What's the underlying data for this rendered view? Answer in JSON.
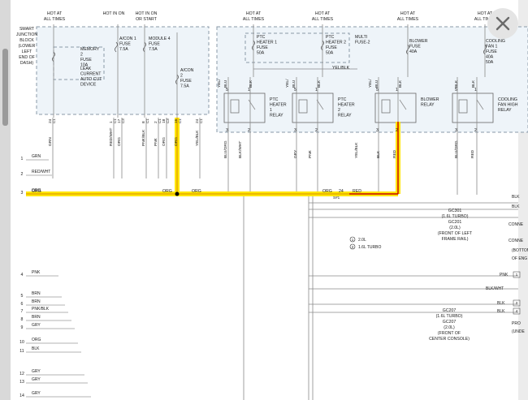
{
  "diagram": {
    "top_labels": [
      {
        "lines": [
          "HOT AT",
          "ALL TIMES"
        ]
      },
      {
        "lines": [
          "HOT IN ON"
        ]
      },
      {
        "lines": [
          "HOT IN ON",
          "OR START"
        ]
      },
      {
        "lines": [
          "HOT AT",
          "ALL TIMES"
        ]
      },
      {
        "lines": [
          "HOT AT",
          "ALL TIMES"
        ]
      },
      {
        "lines": [
          "HOT AT",
          "ALL TIMES"
        ]
      },
      {
        "lines": [
          "HOT AT",
          "ALL TIMES"
        ]
      }
    ],
    "sjb_label": [
      "SMART",
      "JUNCTION",
      "BLOCK",
      "(LOWER",
      "LEFT",
      "END OF",
      "DASH)"
    ],
    "fuses": [
      {
        "lines": [
          "MEMORY",
          "2",
          "FUSE",
          "10A"
        ]
      },
      {
        "lines": [
          "A/CON 1",
          "FUSE",
          "7.5A"
        ]
      },
      {
        "lines": [
          "MODULE 4",
          "FUSE",
          "7.5A"
        ]
      },
      {
        "lines": [
          "A/CON",
          "2",
          "FUSE",
          "7.5A"
        ]
      },
      {
        "lines": [
          "PTC",
          "HEATER 1",
          "FUSE",
          "50A"
        ]
      },
      {
        "lines": [
          "PTC",
          "HEATER 2",
          "FUSE",
          "50A"
        ]
      },
      {
        "lines": [
          "BLOWER",
          "FUSE",
          "40A"
        ]
      },
      {
        "lines": [
          "COOLING",
          "FAN 1",
          "FUSE",
          "40A",
          "50A"
        ]
      }
    ],
    "leak_label": [
      "LEAK",
      "CURRENT",
      "AUTO CUT",
      "DEVICE"
    ],
    "multi_fuse": [
      "MULTI",
      "FUSE-2"
    ],
    "relays": [
      {
        "lines": [
          "PTC",
          "HEATER",
          "1",
          "RELAY"
        ]
      },
      {
        "lines": [
          "PTC",
          "HEATER",
          "2",
          "RELAY"
        ]
      },
      {
        "lines": [
          "BLOWER",
          "RELAY"
        ]
      },
      {
        "lines": [
          "COOLING",
          "FAN HIGH",
          "RELAY"
        ]
      }
    ],
    "relay_pins": [
      "5",
      "1",
      "5",
      "1",
      "5",
      "1",
      "5",
      "1",
      "3",
      "2",
      "3",
      "2",
      "3",
      "2",
      "3",
      "2"
    ],
    "relay_wires": [
      "YEL/",
      "BLU",
      "BLK",
      "YEL/",
      "BLU",
      "BLK",
      "YEL/",
      "BLU",
      "BLK",
      "BLK",
      "BLK"
    ],
    "yel_blk": "YEL/BLK",
    "sjb_pins": [
      "24",
      "1",
      "17",
      "8",
      "2",
      "18",
      "16",
      "24"
    ],
    "sjb_wires": [
      "GRN",
      "RED/WHT",
      "ORG",
      "PNK/BLK",
      "PNK",
      "ORG",
      "ORG",
      "YEL/BLK"
    ],
    "sjb_conn": [
      "C1",
      "C1",
      "C3",
      "C1",
      "C1",
      "C3",
      "C1",
      "C1"
    ],
    "vert_wires": [
      "BLU/ORG",
      "BLK/WHT",
      "GRY",
      "PNK",
      "YEL/BLK",
      "BLK",
      "RED",
      "BLU/ORG",
      "RED"
    ],
    "row_numbers": [
      "1",
      "2",
      "3",
      "4",
      "5",
      "6",
      "7",
      "8",
      "9",
      "10",
      "11",
      "12",
      "13",
      "14"
    ],
    "row_wires": [
      "GRN",
      "RED/WHT",
      "ORG",
      "PNK",
      "BRN",
      "BRN",
      "PNK/BLK",
      "BRN",
      "GRY",
      "ORG",
      "BLK",
      "GRY",
      "GRY",
      "GRY"
    ],
    "main_wire": {
      "left": "ORG",
      "mid1": "ORG",
      "mid2": "ORG",
      "mid3": "ORG",
      "pin": "24",
      "red": "RED",
      "splice": "S#1"
    },
    "right_labels": [
      {
        "text": "BLK"
      },
      {
        "text": "BLK"
      },
      {
        "text": "CONNE"
      },
      {
        "text": "CONNE"
      },
      {
        "text": "(BOTTOM"
      },
      {
        "text": "OF ENG"
      },
      {
        "text": "PNK"
      },
      {
        "text": "BLK/WHT"
      },
      {
        "text": "BLK"
      },
      {
        "text": "BLK"
      },
      {
        "text": "PRO"
      },
      {
        "text": "(UNDE"
      }
    ],
    "right_pins": [
      "1",
      "2",
      "4"
    ],
    "ground1": [
      "GC301",
      "(1.6L TURBO)",
      "GC201",
      "(2.0L)",
      "(FRONT OF LEFT",
      "FRAME RAIL)"
    ],
    "ground2": [
      "GC207",
      "(1.6L TURBO)",
      "GC207",
      "(2.0L)",
      "(FRONT OF",
      "CENTER CONSOLE)"
    ],
    "legend": [
      {
        "num": "1",
        "text": "2.0L"
      },
      {
        "num": "2",
        "text": "1.6L TURBO"
      }
    ]
  },
  "colors": {
    "highlight": "#ffe600",
    "circuit_red": "#c40000",
    "box_fill": "#eef4f9",
    "box_dash": "#8a9aa8",
    "wire": "#7a7a7a"
  },
  "icons": {
    "close": "close-icon"
  }
}
